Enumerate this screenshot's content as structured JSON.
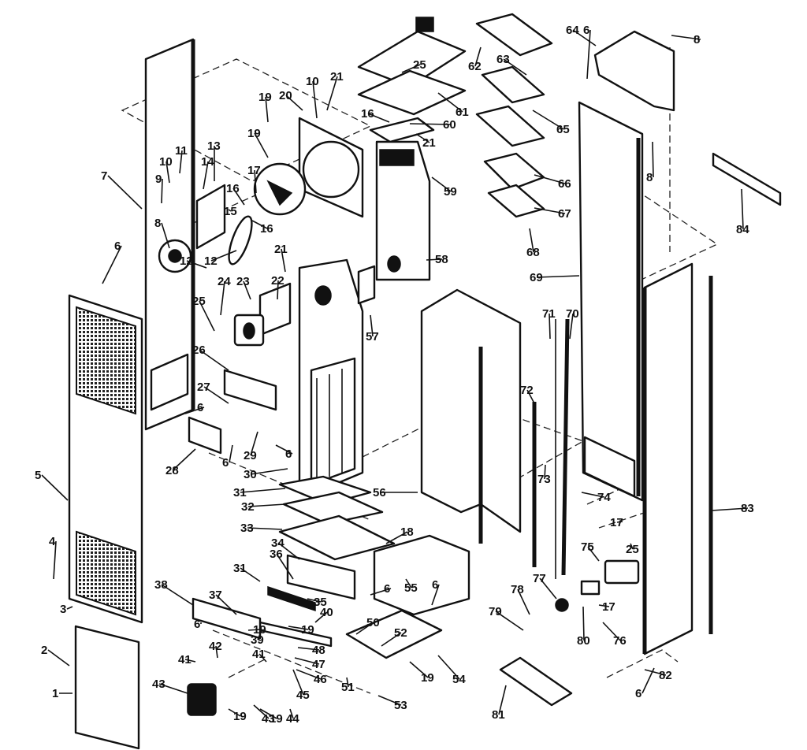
{
  "diagram": {
    "labels": [
      "1",
      "2",
      "3",
      "4",
      "5",
      "6",
      "6",
      "6",
      "6",
      "6",
      "6",
      "6",
      "6",
      "6",
      "7",
      "8",
      "8",
      "8",
      "9",
      "10",
      "10",
      "11",
      "12",
      "12",
      "13",
      "14",
      "15",
      "16",
      "16",
      "16",
      "17",
      "17",
      "17",
      "18",
      "19",
      "19",
      "19",
      "19",
      "19",
      "19",
      "19",
      "20",
      "21",
      "21",
      "21",
      "22",
      "23",
      "24",
      "25",
      "25",
      "25",
      "26",
      "27",
      "28",
      "29",
      "30",
      "31",
      "31",
      "32",
      "33",
      "34",
      "35",
      "36",
      "37",
      "38",
      "39",
      "40",
      "41",
      "41",
      "42",
      "43",
      "43",
      "44",
      "45",
      "46",
      "47",
      "48",
      "50",
      "51",
      "52",
      "53",
      "54",
      "55",
      "56",
      "57",
      "58",
      "59",
      "60",
      "61",
      "62",
      "63",
      "64",
      "65",
      "66",
      "67",
      "68",
      "69",
      "70",
      "71",
      "72",
      "73",
      "74",
      "75",
      "76",
      "77",
      "78",
      "79",
      "80",
      "81",
      "82",
      "83",
      "84"
    ]
  }
}
